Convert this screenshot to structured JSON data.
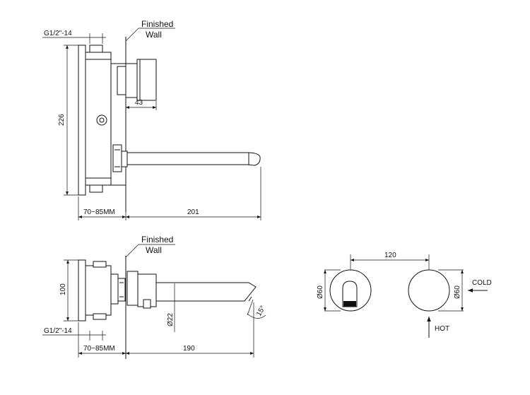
{
  "labels": {
    "finished_wall_1": "Finished",
    "finished_wall_2": "Wall",
    "thread": "G1/2\"-14",
    "depth_range": "70~85MM",
    "height_226": "226",
    "dim_43": "43",
    "dim_201": "201",
    "dim_100": "100",
    "dim_22": "Ø22",
    "angle_15": "15°",
    "dim_190": "190",
    "dim_120": "120",
    "dia_60_left": "Ø60",
    "dia_60_right": "Ø60",
    "cold": "COLD",
    "hot": "HOT"
  },
  "colors": {
    "line": "#111111",
    "background": "#ffffff"
  }
}
